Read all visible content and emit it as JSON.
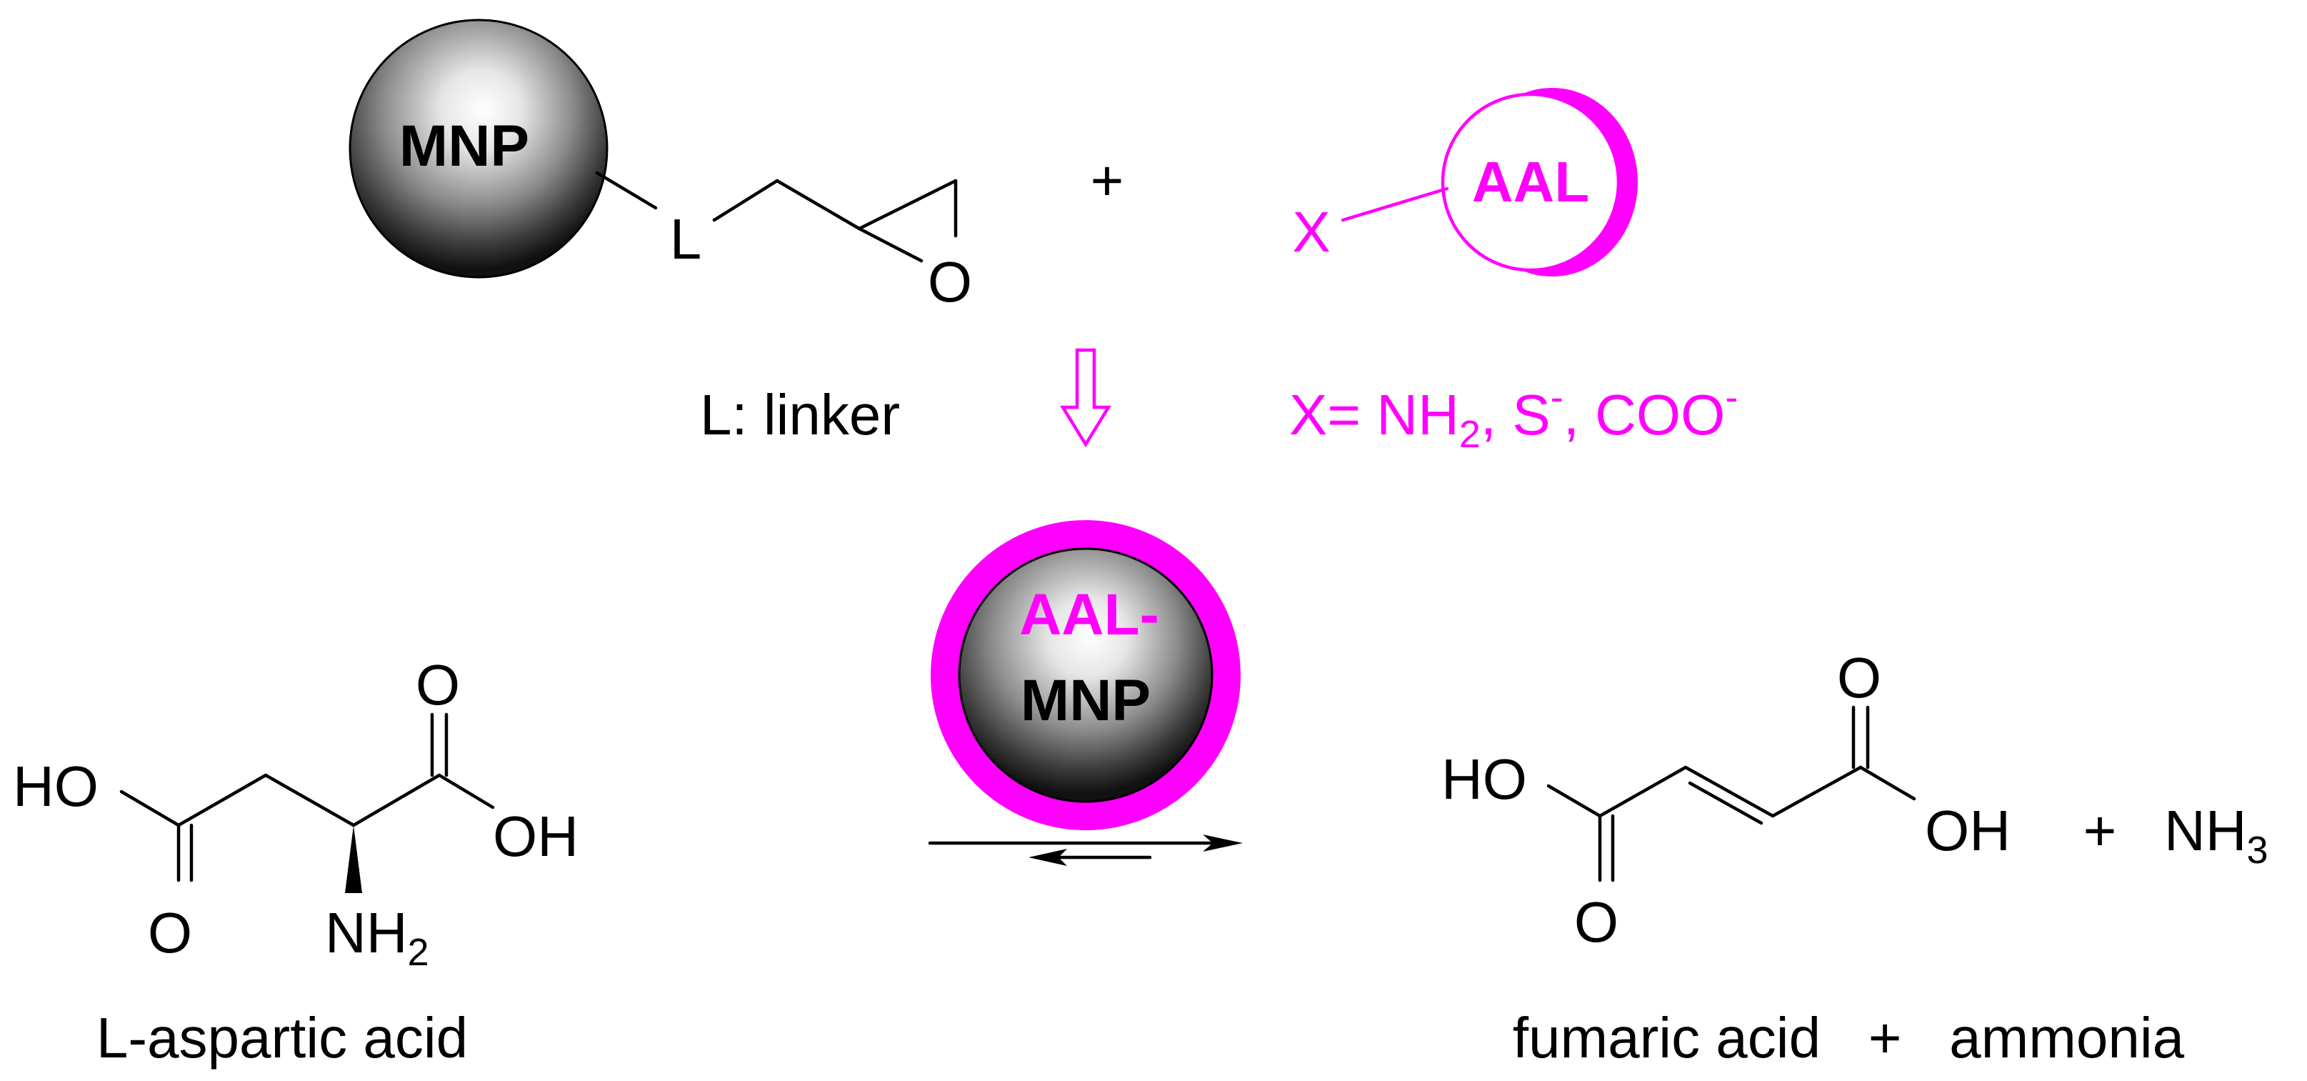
{
  "colors": {
    "accent": "#ff00ff",
    "text": "#000000",
    "background": "#ffffff"
  },
  "top": {
    "mnp": "MNP",
    "linker_atom": "L",
    "epoxide_oxygen": "O",
    "plus": "+",
    "x_atom": "X",
    "aal": "AAL",
    "linker_note": "L: linker",
    "x_note_prefix": "X= NH",
    "x_note_sub": "2",
    "x_note_mid1": ", S",
    "x_note_sup1": "-",
    "x_note_mid2": ", COO",
    "x_note_sup2": "-"
  },
  "catalyst": {
    "line1": "AAL-",
    "line2": "MNP"
  },
  "aspartic": {
    "ho": "HO",
    "o_bottom": "O",
    "o_top": "O",
    "oh": "OH",
    "nh": "NH",
    "nh_sub": "2",
    "name": "L-aspartic acid"
  },
  "fumaric": {
    "ho": "HO",
    "o_bottom": "O",
    "o_top": "O",
    "oh": "OH",
    "plus": "+",
    "nh3": "NH",
    "nh3_sub": "3",
    "name": "fumaric acid   +   ammonia"
  }
}
